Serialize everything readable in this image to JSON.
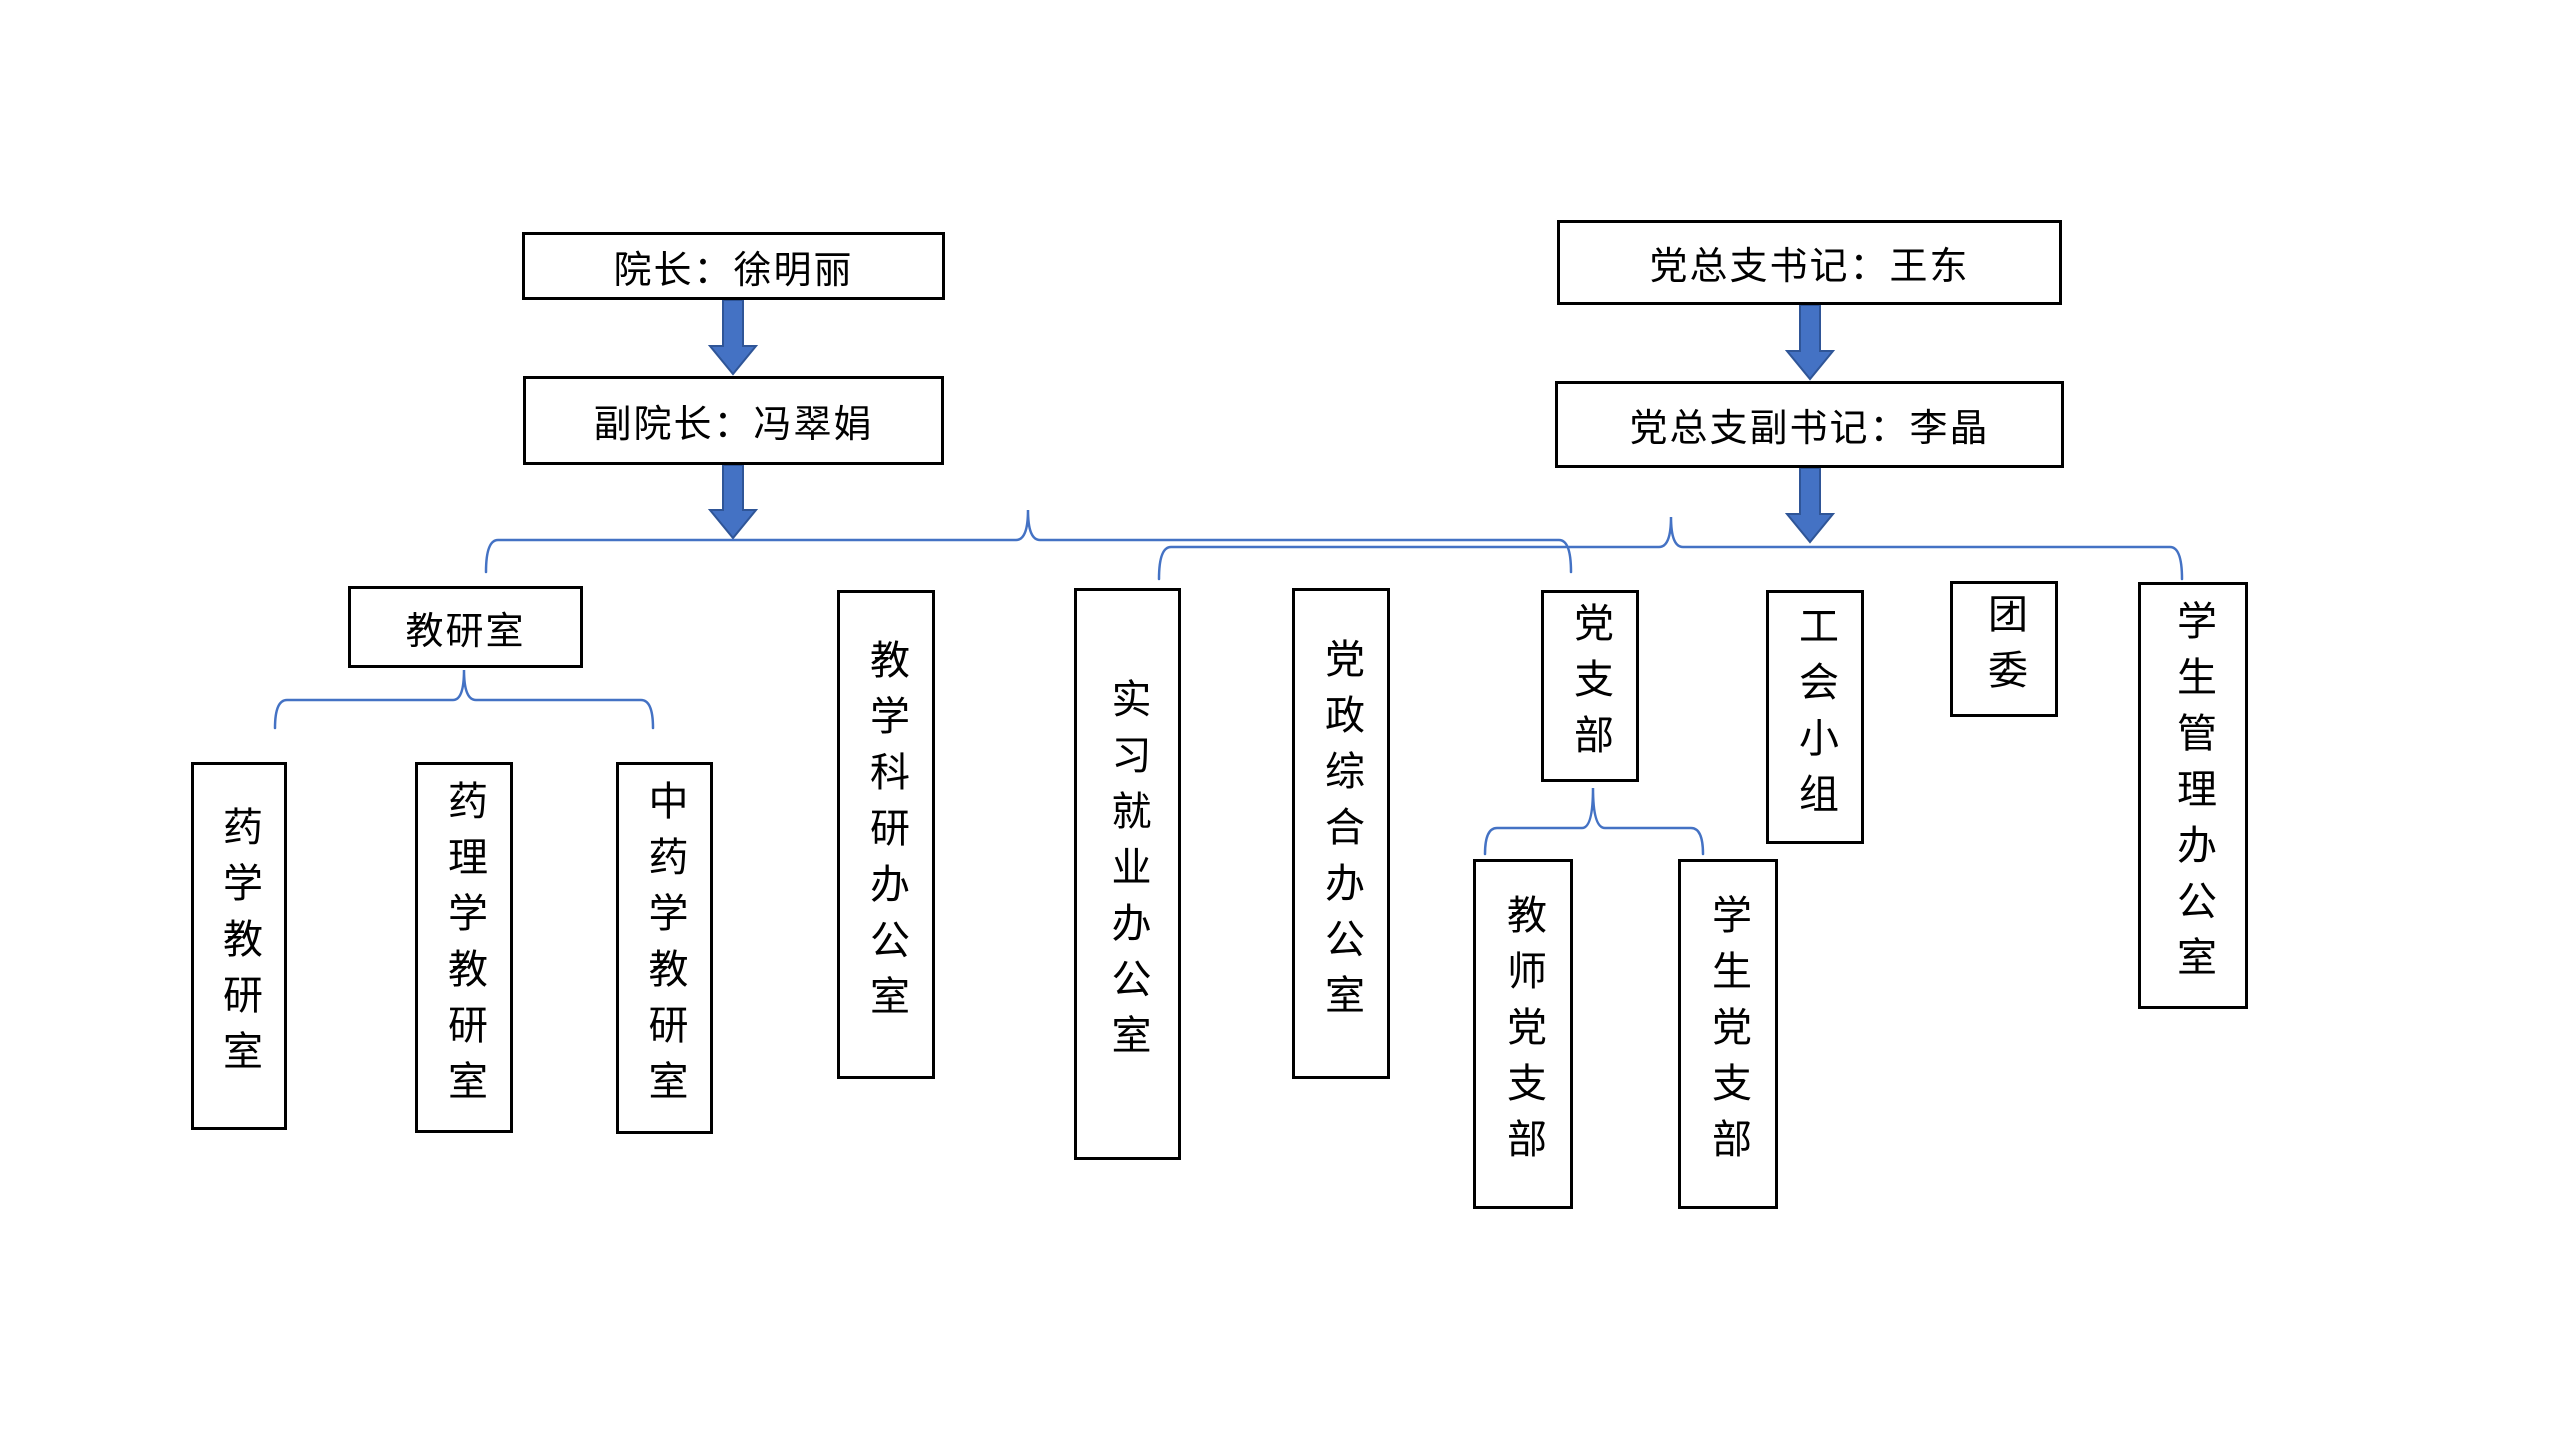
{
  "org": {
    "left_chain": {
      "dean": "院长：徐明丽",
      "vice_dean": "副院长：冯翠娟"
    },
    "right_chain": {
      "secretary": "党总支书记：王东",
      "deputy_secretary": "党总支副书记：李晶"
    },
    "departments": {
      "teaching_research_office": "教研室",
      "pharmacy_tro": "药学教研室",
      "pharmacology_tro": "药理学教研室",
      "tcm_tro": "中药学教研室",
      "teaching_research_admin_office": "教学科研办公室",
      "internship_employment_office": "实习就业办公室",
      "party_admin_office": "党政综合办公室",
      "party_branch": "党支部",
      "teacher_party_branch": "教师党支部",
      "student_party_branch": "学生党支部",
      "union_group": "工会小组",
      "youth_league_committee": "团委",
      "student_management_office": "学生管理办公室"
    }
  },
  "colors": {
    "arrow_fill": "#4472C4",
    "arrow_border": "#2F5597",
    "brace_stroke": "#4472C4",
    "box_border": "#000000",
    "background": "#FFFFFF"
  }
}
